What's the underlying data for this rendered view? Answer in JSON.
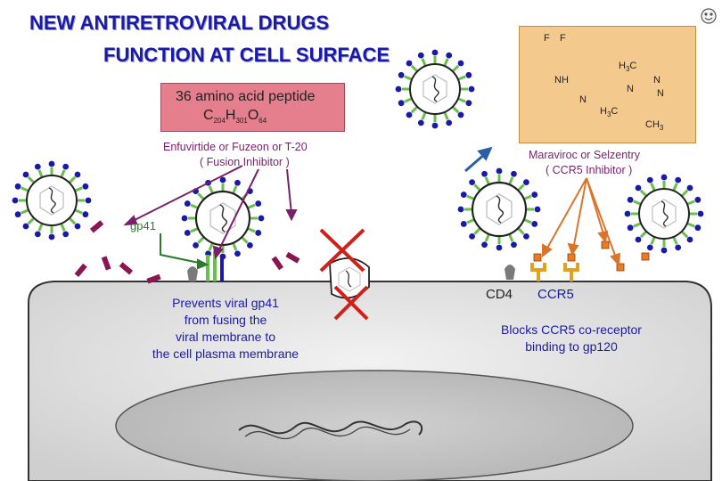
{
  "title": {
    "line1": "NEW  ANTIRETROVIRAL  DRUGS",
    "line2": "FUNCTION  AT  CELL  SURFACE"
  },
  "peptide_box": {
    "line1": "36  amino acid  peptide",
    "formula_c": "C",
    "formula_c_sub": "204",
    "formula_h": "H",
    "formula_h_sub": "301",
    "formula_o": "O",
    "formula_o_sub": "64"
  },
  "enfuvirtide": {
    "line1": "Enfuvirtide  or  Fuzeon  or  T-20",
    "line2": "( Fusion  Inhibitor )"
  },
  "maraviroc": {
    "line1": "Maraviroc  or  Selzentry",
    "line2": "( CCR5  Inhibitor )"
  },
  "chem_structure": {
    "f1": "F",
    "f2": "F",
    "h3c_top": "H",
    "h3c_top_sub": "3",
    "h3c_top_c": "C",
    "nh": "NH",
    "n1": "N",
    "n2": "N",
    "n3": "N",
    "n4": "N",
    "h3c_bottom": "H",
    "h3c_bottom_sub": "3",
    "h3c_bottom_c": "C",
    "ch3": "CH",
    "ch3_sub": "3"
  },
  "labels": {
    "gp41": "gp41",
    "cd4": "CD4",
    "ccr5": "CCR5"
  },
  "left_caption": {
    "line1": "Prevents  viral  gp41",
    "line2": "from  fusing  the",
    "line3": "viral membrane  to",
    "line4": "the  cell  plasma  membrane"
  },
  "right_caption": {
    "line1": "Blocks  CCR5  co-receptor",
    "line2": "binding  to  gp120"
  },
  "colors": {
    "title": "#1a1aa8",
    "peptide_box": "#e57f8e",
    "chem_box": "#f4c98e",
    "arrow_purple": "#7a1f6b",
    "arrow_orange": "#d9742a",
    "arrow_blue": "#2a5fa8",
    "spike_green": "#66c04a",
    "spike_blue": "#1a1aa8",
    "fragment_maroon": "#8a1552",
    "red_x": "#d0201c",
    "receptor_gold": "#e0a21a",
    "drug_orange": "#f07a1e",
    "cell": "#dcdcdc"
  },
  "icons": [
    "smiley-icon",
    "virus-icon",
    "red-x-icon",
    "arrow-icon"
  ]
}
